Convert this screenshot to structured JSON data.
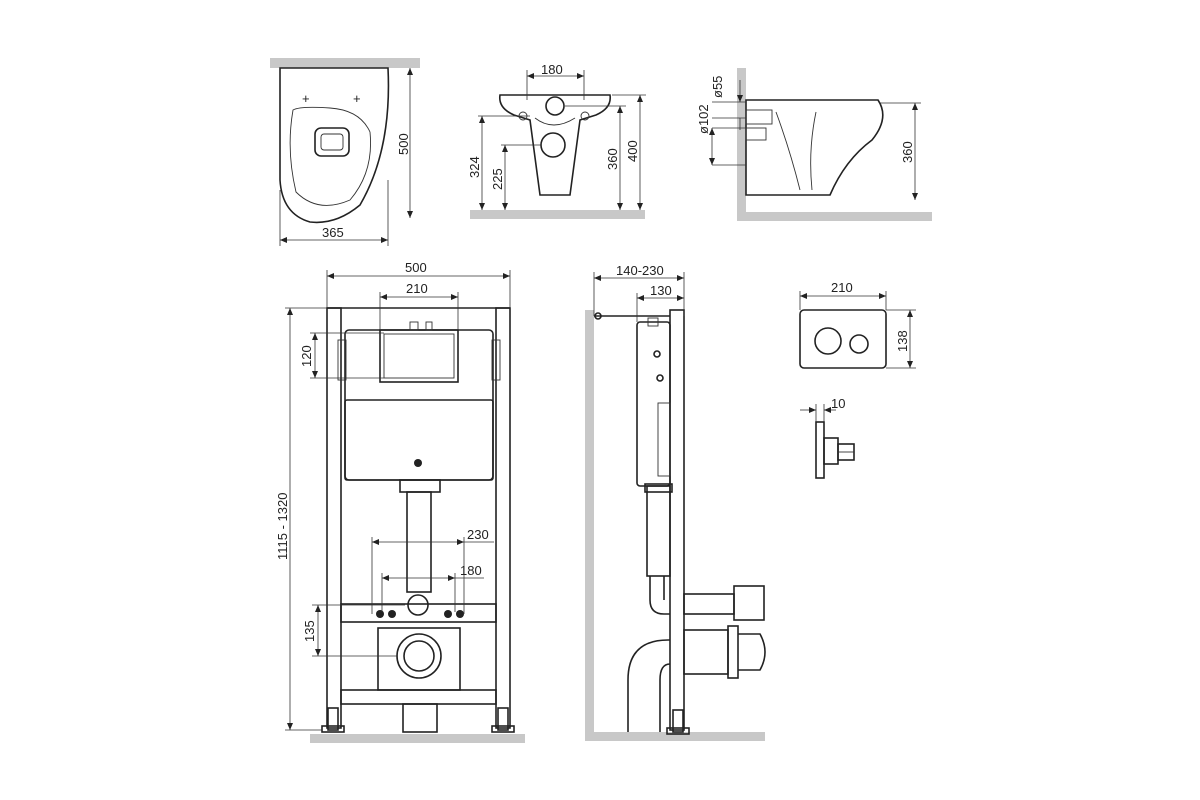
{
  "colors": {
    "line": "#222222",
    "floor": "#c8c8c8",
    "background": "#ffffff"
  },
  "dimensions": {
    "bowl_top_height": "500",
    "bowl_top_width": "365",
    "front_inlet_spacing": "180",
    "front_height_total": "400",
    "front_height_inlet": "360",
    "front_height_324": "324",
    "front_height_225": "225",
    "side_inlet_d55": "ø55",
    "side_outlet_d102": "ø102",
    "side_height": "360",
    "frame_width": "500",
    "cistern_opening_width": "210",
    "cistern_opening_height": "120",
    "frame_height_range": "1115 - 1320",
    "inlet_spacing_230": "230",
    "bolt_spacing_180": "180",
    "outlet_height_135": "135",
    "frame_depth_range": "140-230",
    "frame_depth_130": "130",
    "plate_width": "210",
    "plate_height": "138",
    "plate_depth": "10"
  }
}
